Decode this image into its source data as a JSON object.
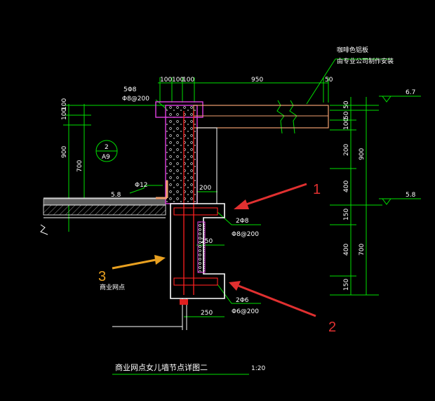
{
  "drawing": {
    "title": "商业网点女儿墙节点详图二",
    "scale": "1:20",
    "note_line1": "咖啡色铝板",
    "note_line2": "由专业公司制作安装",
    "shop_label": "商业网点",
    "rebar_top_a": "5Φ8",
    "rebar_top_b": "Φ8@200",
    "rebar_mid_a": "2Φ8",
    "rebar_mid_b": "Φ8@200",
    "rebar_bot_a": "2Φ6",
    "rebar_bot_b": "Φ6@200",
    "bar_mark": "Φ12",
    "detail_num": "2",
    "detail_sheet": "A9"
  },
  "dimensions": {
    "top_100a": "100",
    "top_100b": "100",
    "top_100c": "100",
    "top_950": "950",
    "top_50": "50",
    "left_100a": "100",
    "left_100b": "100",
    "left_900": "900",
    "left_700": "700",
    "w_200": "200",
    "w_250a": "250",
    "w_250b": "250",
    "r_50a": "50",
    "r_50b": "50",
    "r_100": "100",
    "r_200": "200",
    "r_400a": "400",
    "r_150a": "150",
    "r_400b": "400",
    "r_150b": "150",
    "r_900": "900",
    "r_700": "700"
  },
  "levels": {
    "top": "6.7",
    "mid": "5.8",
    "left": "5.8"
  },
  "markers": {
    "m1": "1",
    "m2": "2",
    "m3": "3"
  },
  "colors": {
    "background": "#000000",
    "concrete_outline": "#e040e0",
    "rebar": "#ff2020",
    "dimension": "#00e000",
    "wall": "#ffffff",
    "panel": "#f0a070",
    "arrow_red": "#e03030",
    "arrow_orange": "#e8a020"
  }
}
